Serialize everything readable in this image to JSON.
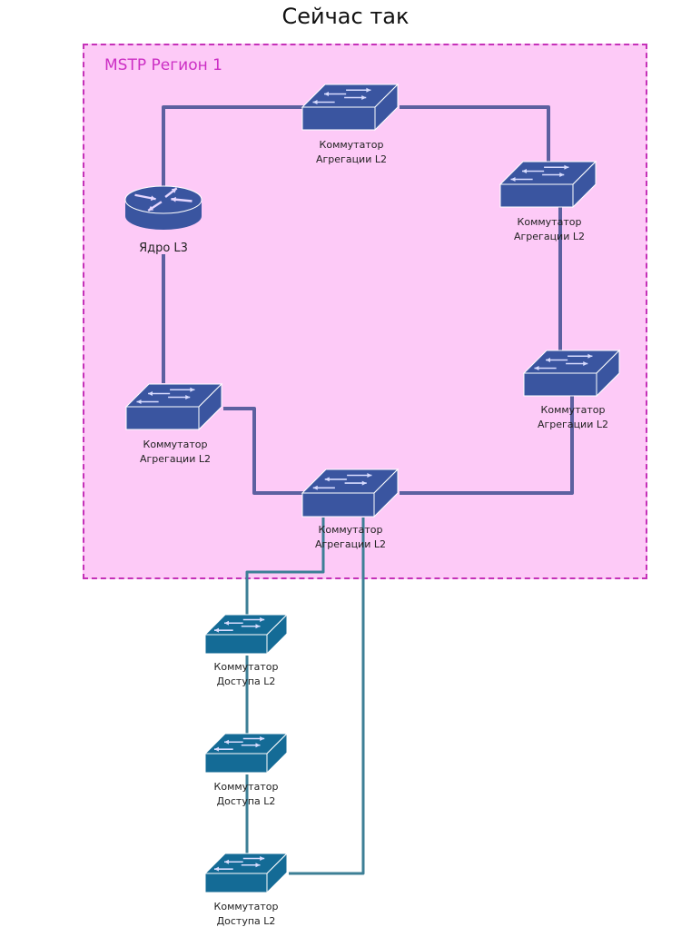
{
  "title": "Сейчас так",
  "region": {
    "label": "MSTP Регион 1",
    "fill_color": "#fdcaf7",
    "border_color": "#c531b8",
    "label_color": "#cc2fc4"
  },
  "colors": {
    "aggregation_device": "#3a55a0",
    "access_device": "#146b96",
    "ring_link": "#5c60a0",
    "access_link": "#3d7f96"
  },
  "devices": [
    {
      "id": "core",
      "type": "router",
      "label_line1": "Ядро L3",
      "label_line2": ""
    },
    {
      "id": "agg_top",
      "type": "aggregation-switch",
      "label_line1": "Коммутатор",
      "label_line2": "Агрегации L2"
    },
    {
      "id": "agg_right_upper",
      "type": "aggregation-switch",
      "label_line1": "Коммутатор",
      "label_line2": "Агрегации L2"
    },
    {
      "id": "agg_right_lower",
      "type": "aggregation-switch",
      "label_line1": "Коммутатор",
      "label_line2": "Агрегации L2"
    },
    {
      "id": "agg_bottom",
      "type": "aggregation-switch",
      "label_line1": "Коммутатор",
      "label_line2": "Агрегации L2"
    },
    {
      "id": "agg_left",
      "type": "aggregation-switch",
      "label_line1": "Коммутатор",
      "label_line2": "Агрегации L2"
    },
    {
      "id": "acc_1",
      "type": "access-switch",
      "label_line1": "Коммутатор",
      "label_line2": "Доступа L2"
    },
    {
      "id": "acc_2",
      "type": "access-switch",
      "label_line1": "Коммутатор",
      "label_line2": "Доступа L2"
    },
    {
      "id": "acc_3",
      "type": "access-switch",
      "label_line1": "Коммутатор",
      "label_line2": "Доступа L2"
    }
  ],
  "links": [
    {
      "from": "core",
      "to": "agg_top"
    },
    {
      "from": "agg_top",
      "to": "agg_right_upper"
    },
    {
      "from": "agg_right_upper",
      "to": "agg_right_lower"
    },
    {
      "from": "agg_right_lower",
      "to": "agg_bottom"
    },
    {
      "from": "agg_bottom",
      "to": "agg_left"
    },
    {
      "from": "agg_left",
      "to": "core"
    },
    {
      "from": "agg_bottom",
      "to": "acc_1"
    },
    {
      "from": "acc_1",
      "to": "acc_2"
    },
    {
      "from": "acc_2",
      "to": "acc_3"
    },
    {
      "from": "acc_3",
      "to": "agg_bottom"
    }
  ]
}
